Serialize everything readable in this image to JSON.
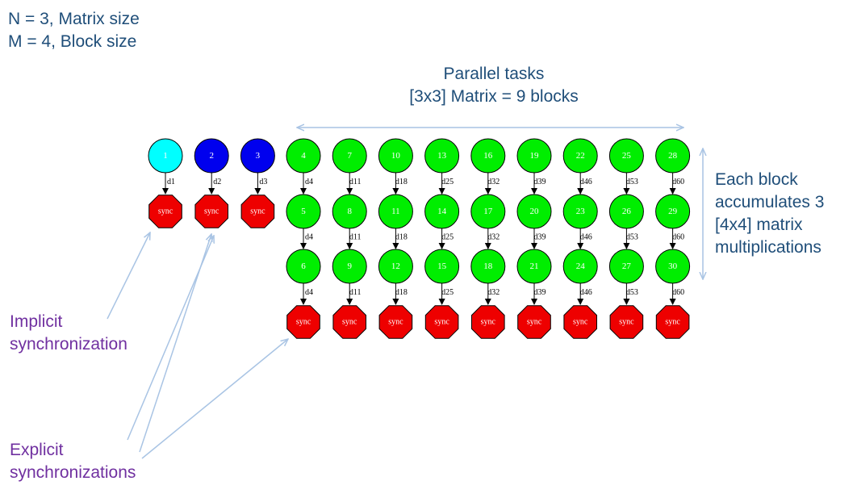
{
  "header": {
    "line1": "N = 3, Matrix size",
    "line2": "M = 4, Block size"
  },
  "parallel": {
    "line1": "Parallel tasks",
    "line2": "[3x3] Matrix = 9 blocks"
  },
  "accumulate": {
    "line1": "Each block",
    "line2": "accumulates 3",
    "line3": "[4x4] matrix",
    "line4": "multiplications"
  },
  "implicit": {
    "line1": "Implicit",
    "line2": "synchronization"
  },
  "explicit": {
    "line1": "Explicit",
    "line2": "synchronizations"
  },
  "colors": {
    "cyan": "#00ffff",
    "blue": "#0000ee",
    "green": "#00ee00",
    "red": "#ee0000",
    "arrow": "#a9c4e4"
  },
  "graph": {
    "sync_label": "sync",
    "short_columns": [
      {
        "node": "1",
        "edge": "d1",
        "color": "cyan"
      },
      {
        "node": "2",
        "edge": "d2",
        "color": "blue"
      },
      {
        "node": "3",
        "edge": "d3",
        "color": "blue"
      }
    ],
    "long_columns": [
      {
        "nodes": [
          "4",
          "5",
          "6"
        ],
        "edge": "d4"
      },
      {
        "nodes": [
          "7",
          "8",
          "9"
        ],
        "edge": "d11"
      },
      {
        "nodes": [
          "10",
          "11",
          "12"
        ],
        "edge": "d18"
      },
      {
        "nodes": [
          "13",
          "14",
          "15"
        ],
        "edge": "d25"
      },
      {
        "nodes": [
          "16",
          "17",
          "18"
        ],
        "edge": "d32"
      },
      {
        "nodes": [
          "19",
          "20",
          "21"
        ],
        "edge": "d39"
      },
      {
        "nodes": [
          "22",
          "23",
          "24"
        ],
        "edge": "d46"
      },
      {
        "nodes": [
          "25",
          "26",
          "27"
        ],
        "edge": "d53"
      },
      {
        "nodes": [
          "28",
          "29",
          "30"
        ],
        "edge": "d60"
      }
    ]
  }
}
